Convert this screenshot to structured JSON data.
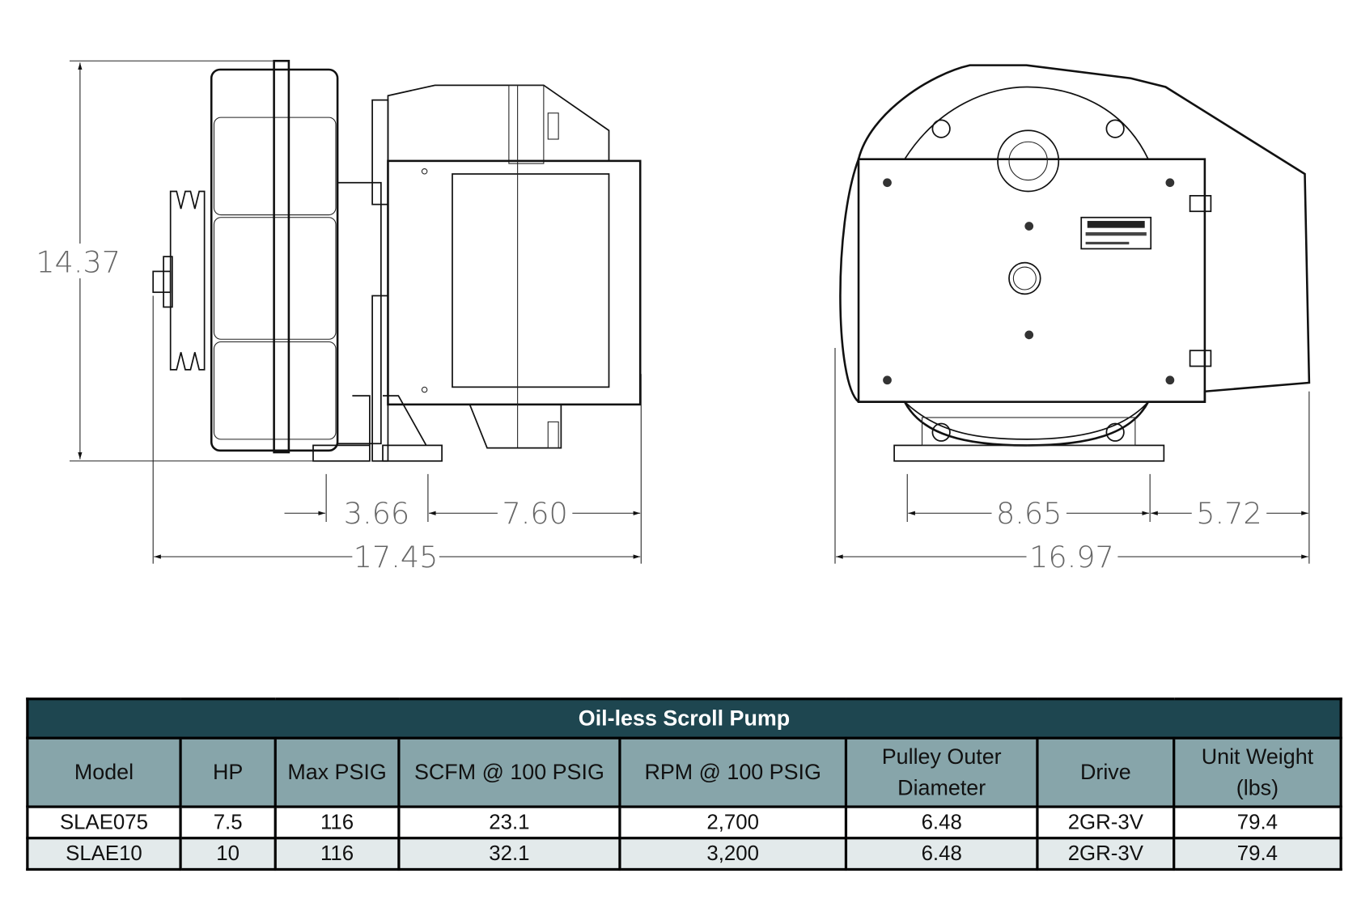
{
  "drawing": {
    "side_view": {
      "height": "14.37",
      "foot_spacing": "3.66",
      "foot_to_rear": "7.60",
      "overall_length": "17.45"
    },
    "front_view": {
      "foot_width": "8.65",
      "foot_to_side": "5.72",
      "overall_width": "16.97"
    }
  },
  "table": {
    "title": "Oil-less Scroll Pump",
    "headers": [
      "Model",
      "HP",
      "Max PSIG",
      "SCFM @ 100 PSIG",
      "RPM @ 100 PSIG",
      "Pulley Outer Diameter",
      "Drive",
      "Unit Weight (lbs)"
    ],
    "rows": [
      [
        "SLAE075",
        "7.5",
        "116",
        "23.1",
        "2,700",
        "6.48",
        "2GR-3V",
        "79.4"
      ],
      [
        "SLAE10",
        "10",
        "116",
        "32.1",
        "3,200",
        "6.48",
        "2GR-3V",
        "79.4"
      ]
    ]
  },
  "colors": {
    "title_bg": "#1e4650",
    "header_bg": "#87a5aa",
    "alt_row_bg": "#e3eaeb"
  }
}
